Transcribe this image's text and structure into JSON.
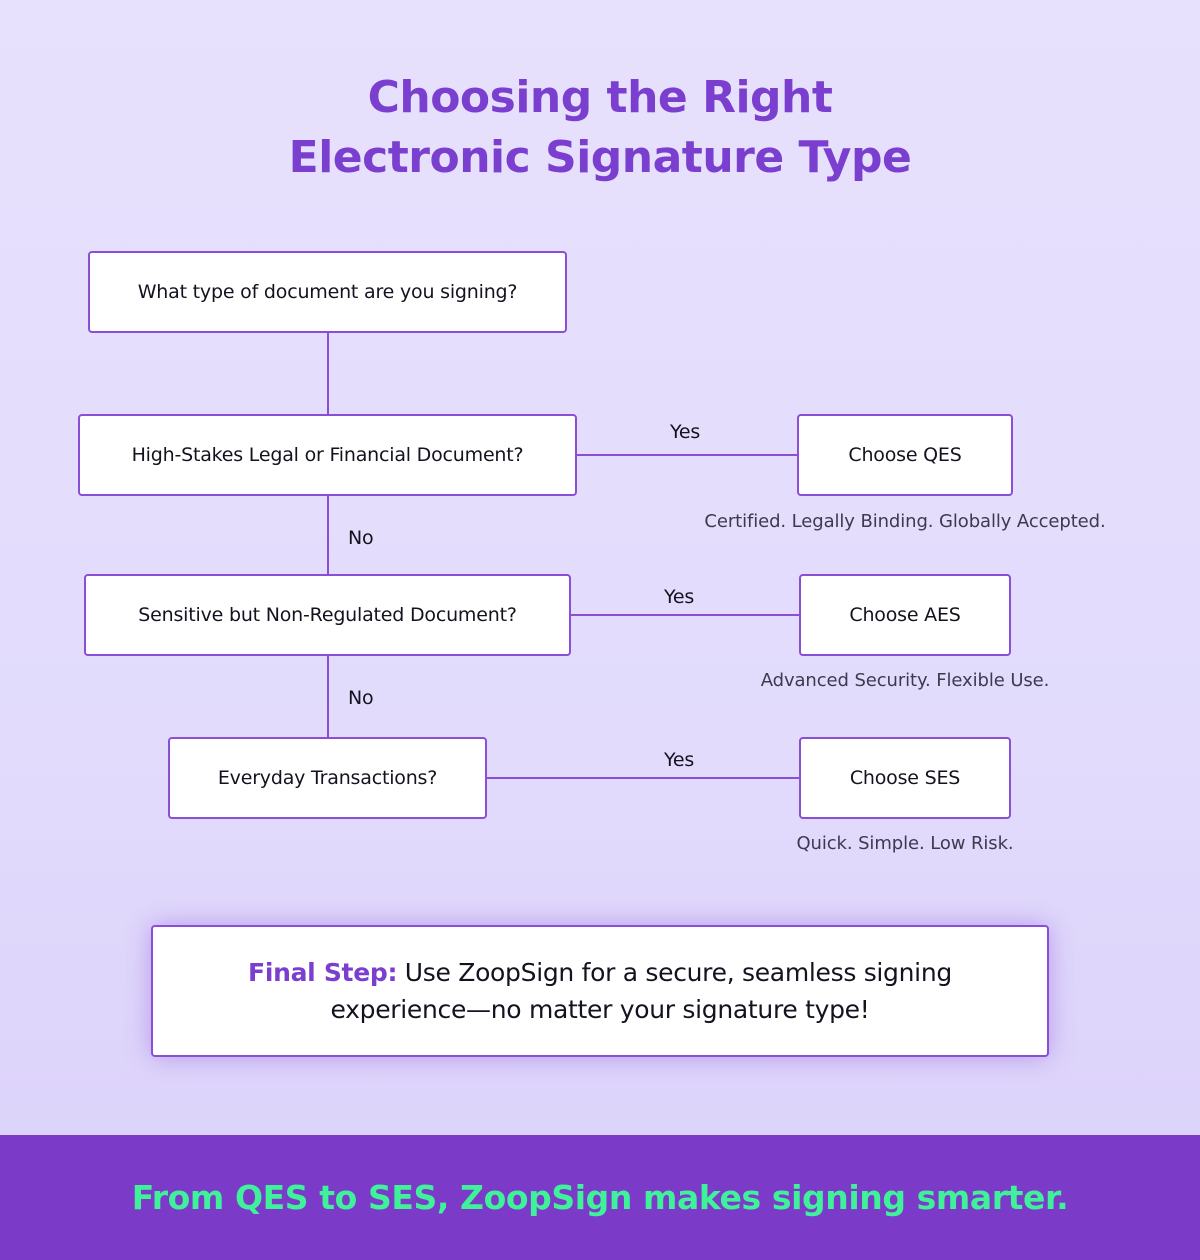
{
  "title": {
    "line1": "Choosing the Right",
    "line2": "Electronic Signature Type"
  },
  "flowchart": {
    "start_question": "What type of document are you signing?",
    "decisions": [
      {
        "question": "High-Stakes Legal or Financial Document?",
        "yes_label": "Yes",
        "result": "Choose QES",
        "caption": "Certified. Legally Binding. Globally Accepted.",
        "no_label": "No"
      },
      {
        "question": "Sensitive but Non-Regulated Document?",
        "yes_label": "Yes",
        "result": "Choose AES",
        "caption": "Advanced Security. Flexible Use.",
        "no_label": "No"
      },
      {
        "question": "Everyday Transactions?",
        "yes_label": "Yes",
        "result": "Choose SES",
        "caption": "Quick. Simple. Low Risk."
      }
    ]
  },
  "final_step": {
    "label": "Final Step:",
    "text": " Use ZoopSign for a secure, seamless signing experience—no matter your signature type!"
  },
  "footer": {
    "text": "From QES to SES, ZoopSign makes signing smarter."
  },
  "colors": {
    "accent_purple": "#7a3fce",
    "border_purple": "#8a4fd6",
    "footer_bg": "#7b3bc8",
    "footer_text": "#3ff29a"
  }
}
